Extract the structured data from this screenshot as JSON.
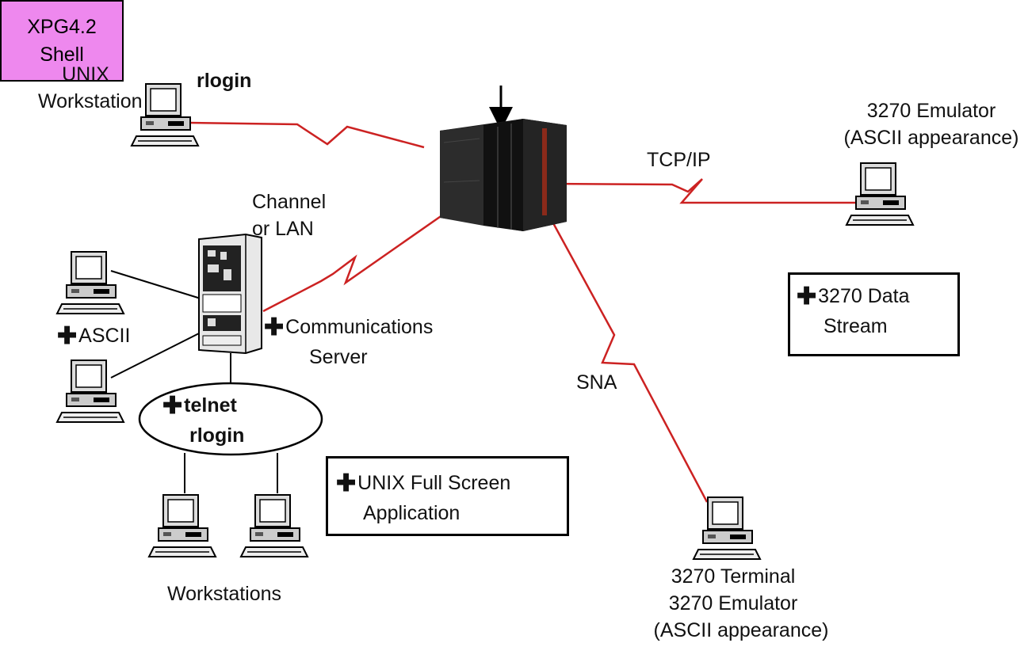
{
  "shell": {
    "line1": "XPG4.2",
    "line2": "Shell"
  },
  "unix_workstation": {
    "line1": "UNIX",
    "line2": "Workstation",
    "protocol": "rlogin"
  },
  "channel": {
    "line1": "Channel",
    "line2": "or LAN"
  },
  "comm_server": {
    "line1": "Communications",
    "line2": "Server"
  },
  "ascii": "ASCII",
  "telnet_oval": {
    "line1": "telnet",
    "line2": "rlogin"
  },
  "workstations": "Workstations",
  "unix_fullscreen": {
    "line1": "UNIX  Full Screen",
    "line2": "Application"
  },
  "tcpip": "TCP/IP",
  "emulator_right": {
    "line1": "3270 Emulator",
    "line2": "(ASCII appearance)"
  },
  "data_stream": {
    "line1": "3270 Data",
    "line2": "Stream"
  },
  "sna": "SNA",
  "terminal_bottom": {
    "line1": "3270 Terminal",
    "line2": "3270 Emulator",
    "line3": "(ASCII appearance)"
  },
  "plus_symbol": "✚",
  "colors": {
    "link_red": "#cc2222",
    "shell_fill": "#ee88ee",
    "line_black": "#000000"
  }
}
